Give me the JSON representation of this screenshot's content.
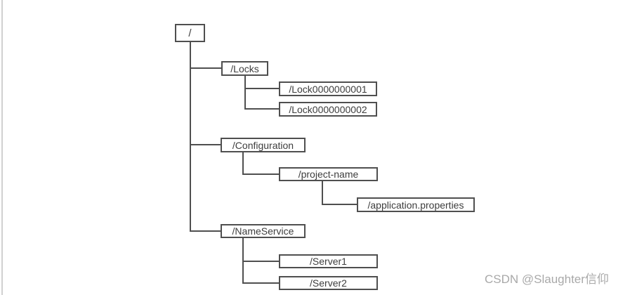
{
  "diagram": {
    "nodes": {
      "root": {
        "label": "/"
      },
      "locks": {
        "label": "/Locks"
      },
      "lock1": {
        "label": "/Lock0000000001"
      },
      "lock2": {
        "label": "/Lock0000000002"
      },
      "configuration": {
        "label": "/Configuration"
      },
      "project_name": {
        "label": "/project-name"
      },
      "application_properties": {
        "label": "/application.properties"
      },
      "nameservice": {
        "label": "/NameService"
      },
      "server1": {
        "label": "/Server1"
      },
      "server2": {
        "label": "/Server2"
      }
    },
    "colors": {
      "line": "#4f4f4f",
      "box_border": "#4f4f4f",
      "text": "#3d3d3d",
      "background": "#ffffff",
      "page_edge": "#d0d0d0",
      "watermark": "#a9a9a9"
    }
  },
  "watermark": {
    "text": "CSDN @Slaughter信仰"
  }
}
